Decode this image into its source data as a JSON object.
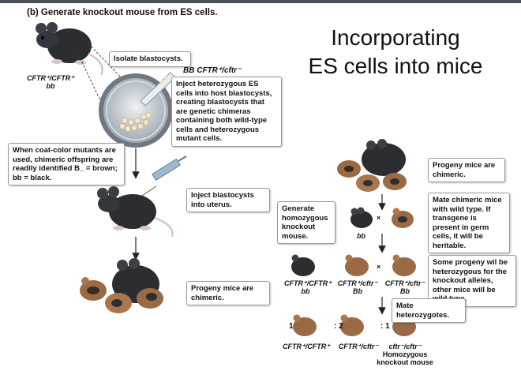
{
  "slide": {
    "figure_title": "(b) Generate knockout mouse from ES cells.",
    "big_title_line1": "Incorporating",
    "big_title_line2": "ES cells into mice"
  },
  "left_panel": {
    "donor_genotype_1": "CFTR⁺/CFTR⁺",
    "donor_genotype_2": "bb",
    "isolate_box": "Isolate blastocysts.",
    "es_genotype": "BB CFTR⁺/cftr⁻",
    "inject_es_box": "Inject heterozygous ES cells into host blastocysts, creating blastocysts that are genetic chimeras containing both wild-type cells and heterozygous mutant cells.",
    "coat_color_box": "When coat-color mutants are used, chimeric offspring are readily identified B_ = brown; bb = black.",
    "inject_uterus_box": "Inject blastocysts into uterus.",
    "progeny_box": "Progeny mice are chimeric."
  },
  "right_panel": {
    "progeny_box": "Progeny mice are chimeric.",
    "mate_chimeric_box": "Mate chimeric mice with wild type. If transgene is present in germ cells, it will be heritable.",
    "generate_homo_box": "Generate homozygous knockout mouse.",
    "cross_symbol_1": "×",
    "wild_type_genotype": "bb",
    "cross_symbol_2": "×",
    "some_progeny_box": "Some progeny wil be heterozygous for the knockout alleles, other mice will be wild type.",
    "row3_labels": [
      {
        "genotype": "CFTR⁺/CFTR⁺",
        "coat": "bb"
      },
      {
        "genotype": "CFTR⁺/cftr⁻",
        "coat": "Bb"
      },
      {
        "genotype": "CFTR⁺/cftr⁻",
        "coat": "Bb"
      }
    ],
    "mate_hetero_box": "Mate heterozygotes.",
    "ratios": [
      "1",
      ": 2",
      ": 1"
    ],
    "final_labels": {
      "g1": "CFTR⁺/CFTR⁺",
      "g2": "CFTR⁺/cftr⁻",
      "g3": "cftr⁻/cftr⁻",
      "g3_caption_line1": "Homozygous",
      "g3_caption_line2": "knockout mouse"
    }
  },
  "colors": {
    "black_mouse": "#2b2d31",
    "brown_mouse": "#9a6a45",
    "blastocyst": "#c9ced4",
    "syringe": "#9fb9cc"
  }
}
